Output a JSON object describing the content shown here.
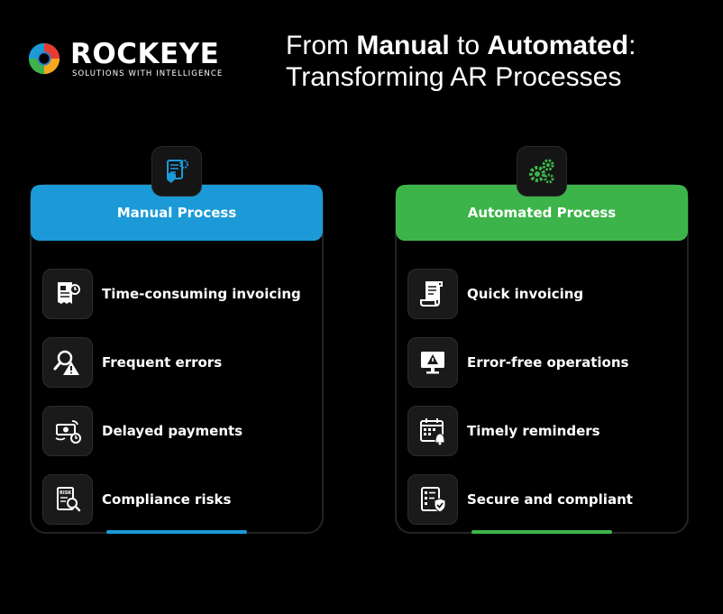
{
  "brand": {
    "name": "ROCKEYE",
    "tagline": "SOLUTIONS WITH INTELLIGENCE"
  },
  "heading": {
    "line1_pre": "From ",
    "line1_bold1": "Manual",
    "line1_mid": " to ",
    "line1_bold2": "Automated",
    "line1_post": ":",
    "line2": "Transforming AR Processes"
  },
  "colors": {
    "manual_accent": "#1b9ad7",
    "automated_accent": "#3db44a",
    "background": "#000000"
  },
  "manual": {
    "title": "Manual Process",
    "badge_icon": "document-gear-shield-icon",
    "items": [
      {
        "label": "Time-consuming invoicing",
        "icon": "invoice-clock-icon"
      },
      {
        "label": "Frequent errors",
        "icon": "magnifier-warning-icon"
      },
      {
        "label": "Delayed payments",
        "icon": "cash-clock-icon"
      },
      {
        "label": "Compliance risks",
        "icon": "risk-document-search-icon"
      }
    ]
  },
  "automated": {
    "title": "Automated Process",
    "badge_icon": "gears-icon",
    "items": [
      {
        "label": "Quick invoicing",
        "icon": "scroll-invoice-icon"
      },
      {
        "label": "Error-free operations",
        "icon": "monitor-warning-icon"
      },
      {
        "label": "Timely reminders",
        "icon": "calendar-bell-icon"
      },
      {
        "label": "Secure and compliant",
        "icon": "checklist-shield-icon"
      }
    ]
  }
}
